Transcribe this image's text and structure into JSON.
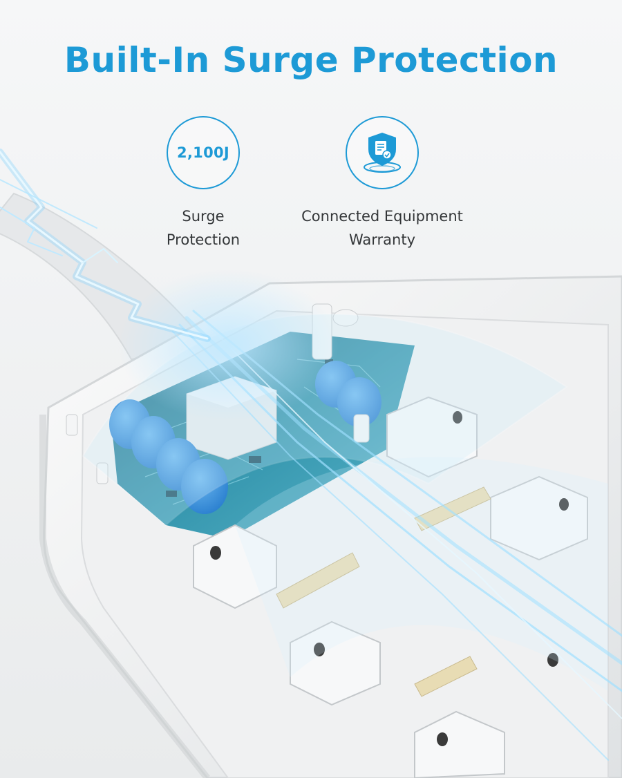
{
  "headline": "Built-In Surge Protection",
  "features": [
    {
      "value": "2,100J",
      "label": "Surge\nProtection"
    },
    {
      "icon": "shield-document-icon",
      "label": "Connected Equipment\nWarranty"
    }
  ],
  "colors": {
    "accent": "#1d9ad6",
    "text": "#333638",
    "background": "#f3f4f5",
    "capacitor": "#3a8fd8",
    "circuit_board": "#2c7e98"
  }
}
